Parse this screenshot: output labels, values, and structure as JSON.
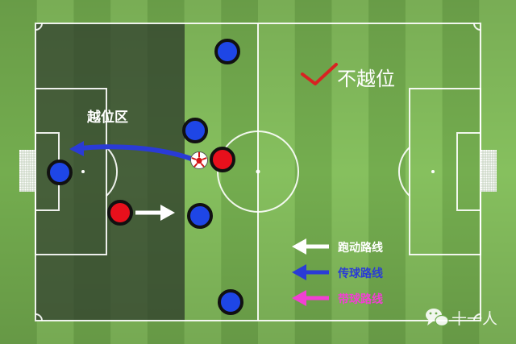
{
  "labels": {
    "offside_zone": "越位区",
    "status": "不越位"
  },
  "legend": {
    "run": "跑动路线",
    "pass": "传球路线",
    "dribble": "带球路线"
  },
  "watermark": "十一人",
  "colors": {
    "grass_light": "#86c05e",
    "grass_dark": "#74ad4f",
    "offside_zone": "#2e3a2c",
    "blue_team": "#1e46e6",
    "red_team": "#e8101c",
    "pass_route": "#2a3bd6",
    "dribble_route": "#f23fd3",
    "run_route": "#ffffff",
    "check_mark": "#d92222"
  },
  "icons": [
    "check-mark-icon",
    "soccer-ball-icon",
    "wechat-logo-icon"
  ]
}
